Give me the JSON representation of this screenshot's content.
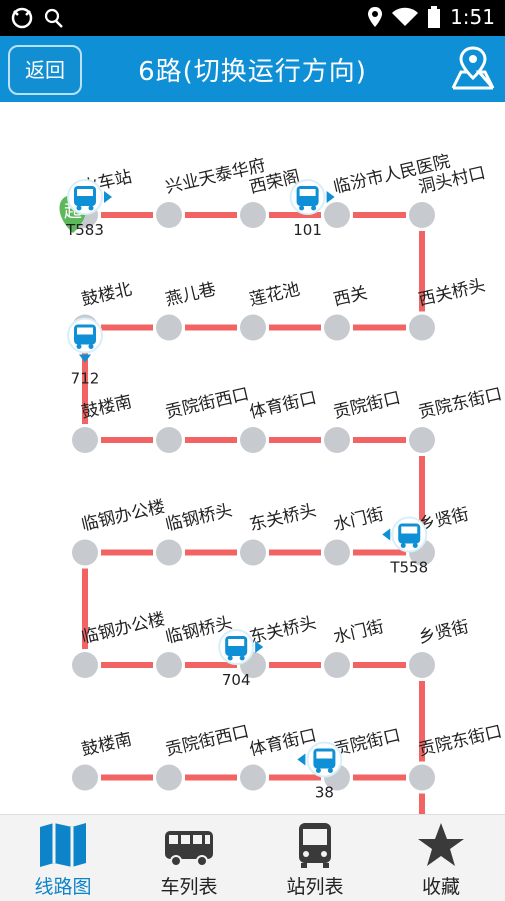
{
  "status": {
    "left_icons": [
      "cat-icon",
      "search-icon"
    ],
    "time": "1:51"
  },
  "header": {
    "back_label": "返回",
    "title": "6路(切换运行方向)"
  },
  "route": {
    "start_badge": "起",
    "rows": [
      {
        "stops": [
          "火车站",
          "兴业天泰华府",
          "西荣阁",
          "临汾市人民医院",
          "洞头村口"
        ]
      },
      {
        "stops": [
          "鼓楼北",
          "燕儿巷",
          "莲花池",
          "西关",
          "西关桥头"
        ]
      },
      {
        "stops": [
          "鼓楼南",
          "贡院街西口",
          "体育街口",
          "贡院街口",
          "贡院东街口"
        ]
      },
      {
        "stops": [
          "临钢办公楼",
          "临钢桥头",
          "东关桥头",
          "水门街",
          "乡贤街"
        ]
      },
      {
        "stops": [
          "临钢办公楼",
          "临钢桥头",
          "东关桥头",
          "水门街",
          "乡贤街"
        ]
      },
      {
        "stops": [
          "鼓楼南",
          "贡院街西口",
          "体育街口",
          "贡院街口",
          "贡院东街口"
        ]
      }
    ],
    "buses": [
      {
        "id": "T583",
        "row": 0,
        "pos": 0,
        "dir": "right"
      },
      {
        "id": "101",
        "row": 0,
        "pos": 2.65,
        "dir": "right"
      },
      {
        "id": "712",
        "row": 1,
        "pos": 0,
        "dir": "down"
      },
      {
        "id": "T558",
        "row": 3,
        "pos": 3.85,
        "dir": "left"
      },
      {
        "id": "704",
        "row": 4,
        "pos": 1.8,
        "dir": "right"
      },
      {
        "id": "38",
        "row": 5,
        "pos": 2.85,
        "dir": "left"
      }
    ],
    "colors": {
      "line": "#f26464",
      "stop": "#c7cbd0",
      "bus": "#0e8fd6",
      "start": "#5db85b"
    }
  },
  "tabs": [
    {
      "label": "线路图",
      "icon": "map-icon",
      "active": true
    },
    {
      "label": "车列表",
      "icon": "bus-side-icon",
      "active": false
    },
    {
      "label": "站列表",
      "icon": "bus-front-icon",
      "active": false
    },
    {
      "label": "收藏",
      "icon": "star-icon",
      "active": false
    }
  ]
}
